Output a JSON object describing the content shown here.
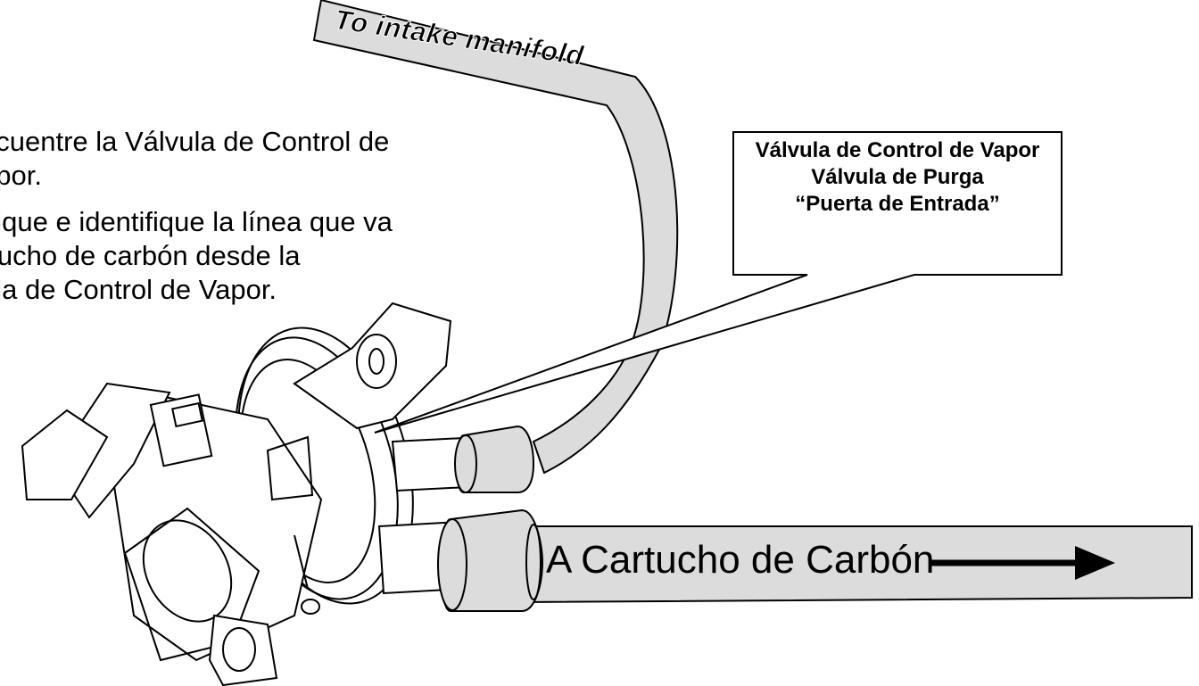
{
  "instructions": {
    "line1": "ncuentre la Válvula de Control de",
    "line2": "apor.",
    "line3": "bique e identifique la línea que va",
    "line4": "rtucho de carbón desde la",
    "line5": "ula de Control de Vapor."
  },
  "callout": {
    "line1": "Válvula de Control de Vapor",
    "line2": "Válvula de Purga",
    "line3": "“Puerta de Entrada”"
  },
  "hose_top_label": "To intake manifold",
  "hose_bottom_label": "A Cartucho de Carbón",
  "arrow_direction": "right"
}
